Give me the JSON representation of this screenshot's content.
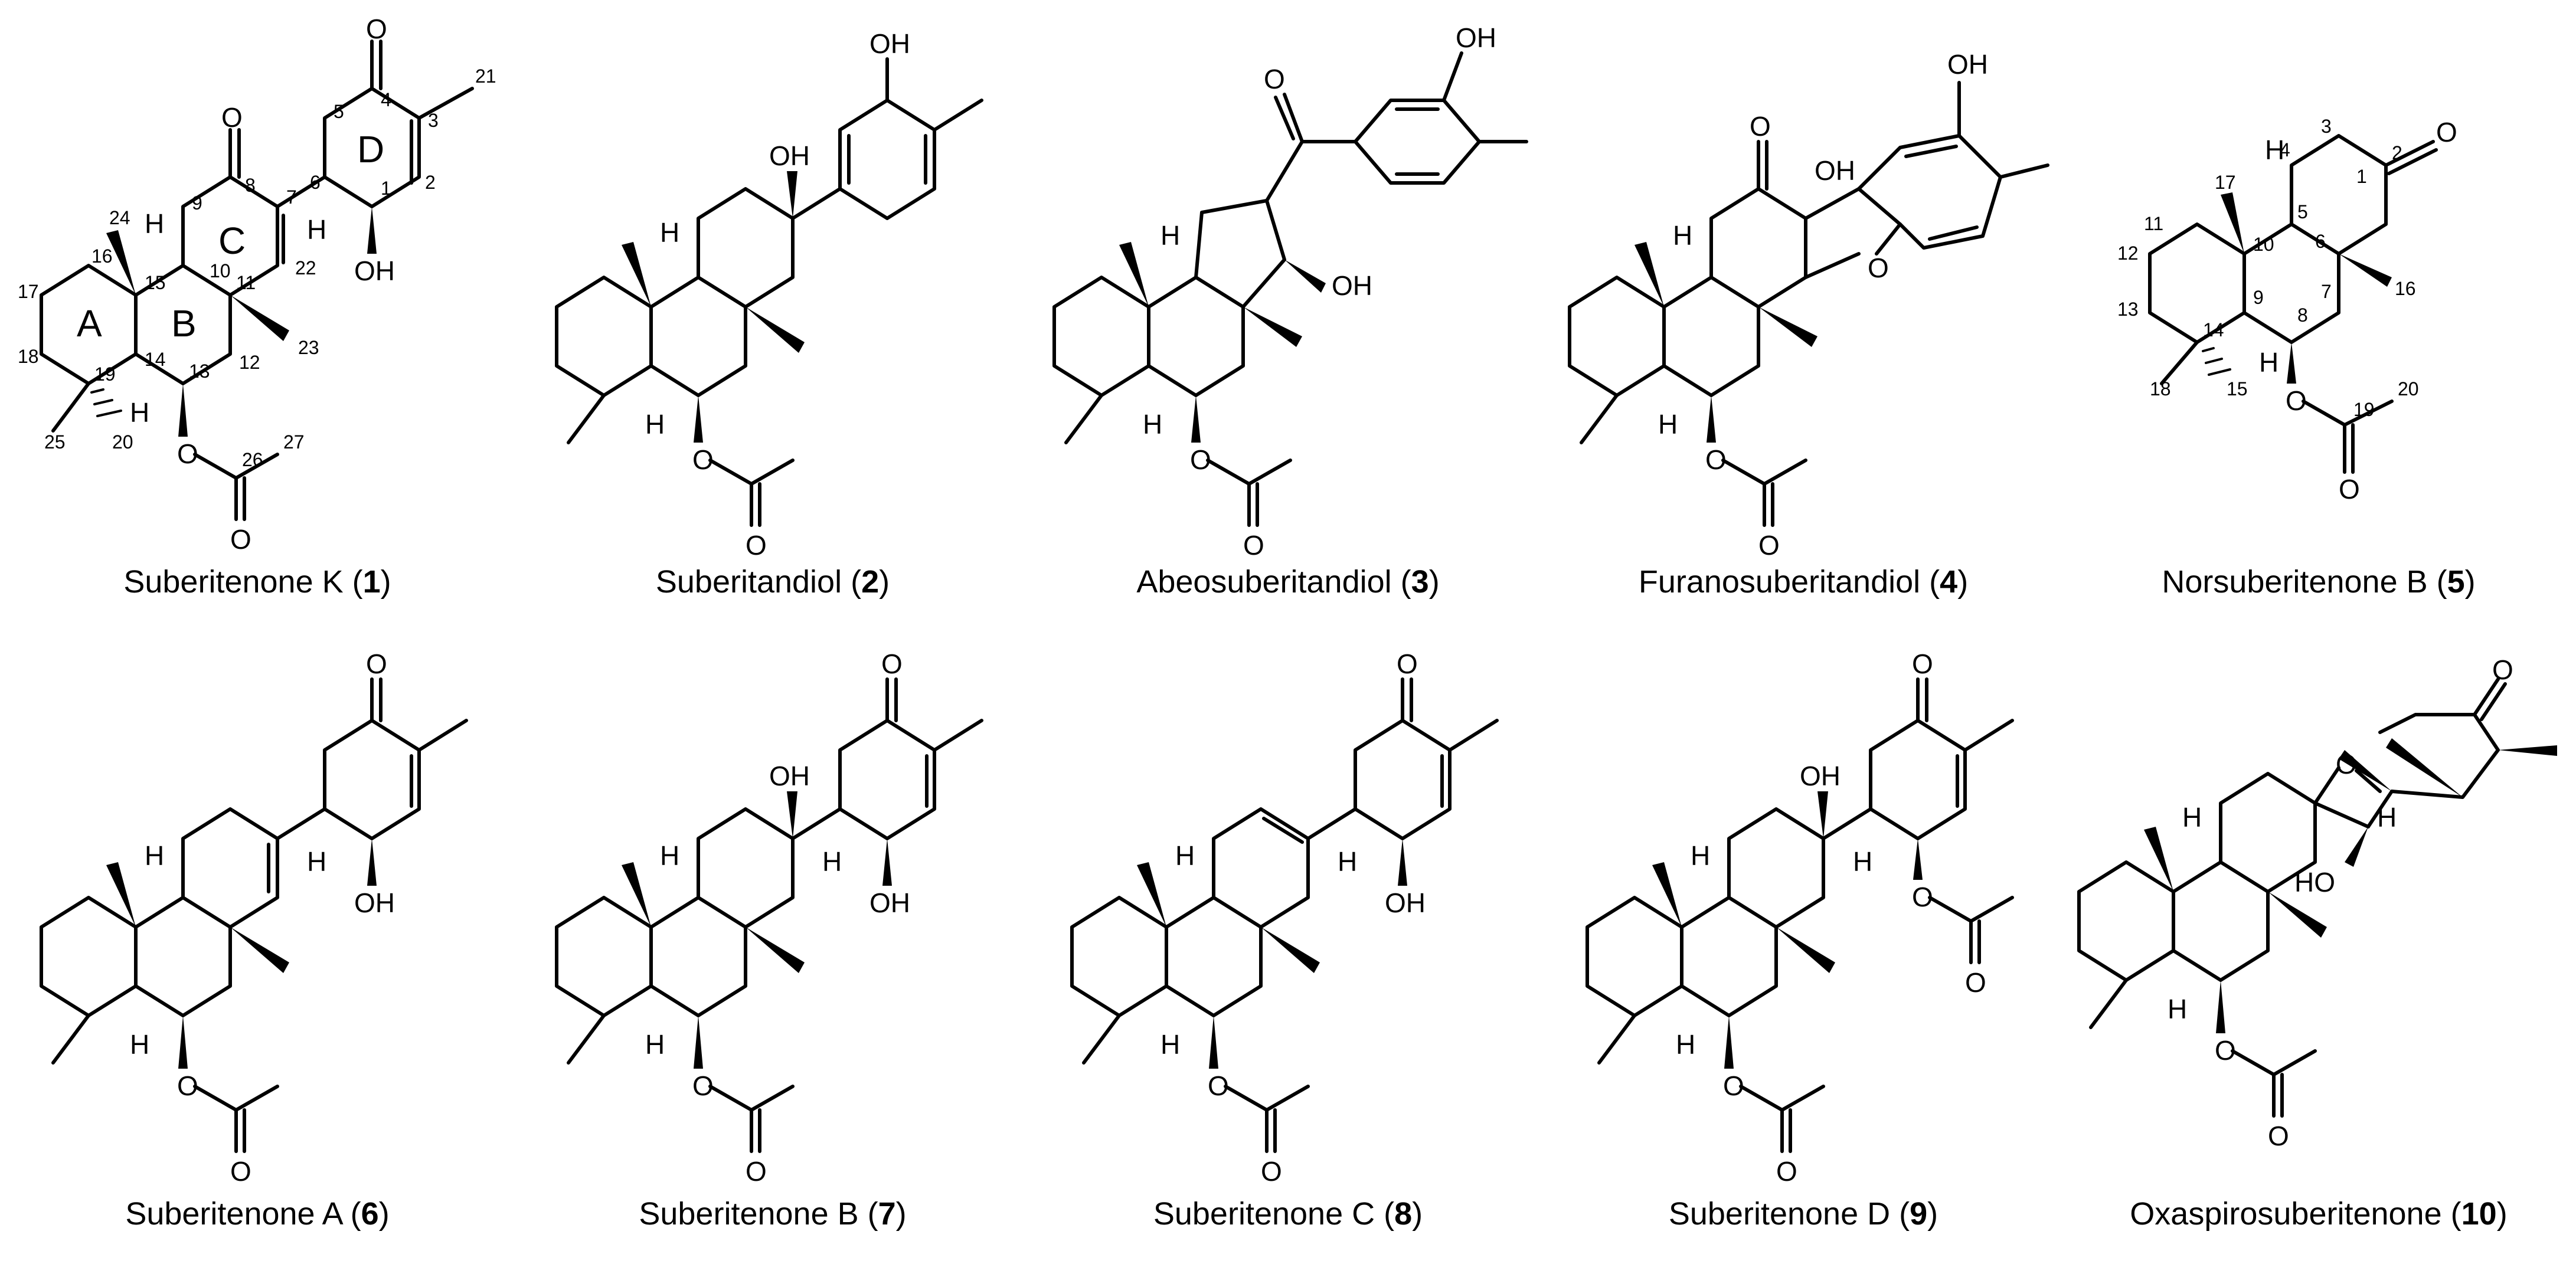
{
  "compounds": [
    {
      "name": "Suberitenone K",
      "number": "1"
    },
    {
      "name": "Suberitandiol",
      "number": "2"
    },
    {
      "name": "Abeosuberitandiol",
      "number": "3"
    },
    {
      "name": "Furanosuberitandiol",
      "number": "4"
    },
    {
      "name": "Norsuberitenone B",
      "number": "5"
    },
    {
      "name": "Suberitenone A",
      "number": "6"
    },
    {
      "name": "Suberitenone B",
      "number": "7"
    },
    {
      "name": "Suberitenone C",
      "number": "8"
    },
    {
      "name": "Suberitenone D",
      "number": "9"
    },
    {
      "name": "Oxaspirosuberitenone",
      "number": "10"
    }
  ],
  "atom_labels": {
    "oxygen": "O",
    "hydroxyl": "OH",
    "hydroxyl_left": "HO",
    "hydrogen": "H"
  },
  "ring_labels": [
    "A",
    "B",
    "C",
    "D"
  ],
  "atom_numbers_1": [
    "1",
    "2",
    "3",
    "4",
    "5",
    "6",
    "7",
    "8",
    "9",
    "10",
    "11",
    "12",
    "13",
    "14",
    "15",
    "16",
    "17",
    "18",
    "19",
    "20",
    "21",
    "22",
    "23",
    "24",
    "25",
    "26",
    "27"
  ],
  "atom_numbers_5": [
    "1",
    "2",
    "3",
    "4",
    "5",
    "6",
    "7",
    "8",
    "9",
    "10",
    "11",
    "12",
    "13",
    "14",
    "15",
    "16",
    "17",
    "18",
    "19",
    "20"
  ]
}
